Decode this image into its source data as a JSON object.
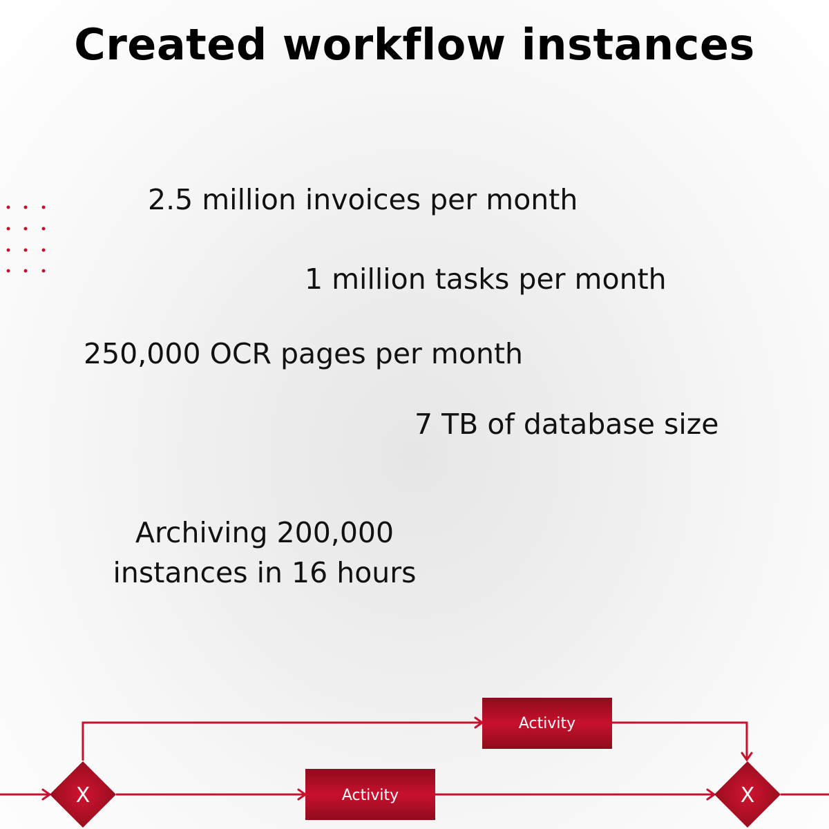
{
  "title": "Created workflow instances",
  "stats": {
    "invoices": "2.5 million invoices per month",
    "tasks": "1 million tasks per month",
    "ocr": "250,000 OCR pages per month",
    "database": "7 TB of database size",
    "archiving_line1": "Archiving 200,000",
    "archiving_line2": "instances in 16 hours"
  },
  "diagram": {
    "activity_top": "Activity",
    "activity_bottom": "Activity",
    "gateway_left": "X",
    "gateway_right": "X"
  },
  "colors": {
    "accent": "#c8102e",
    "accent_dark": "#8e0c1c",
    "title": "#000000",
    "text": "#111111"
  }
}
